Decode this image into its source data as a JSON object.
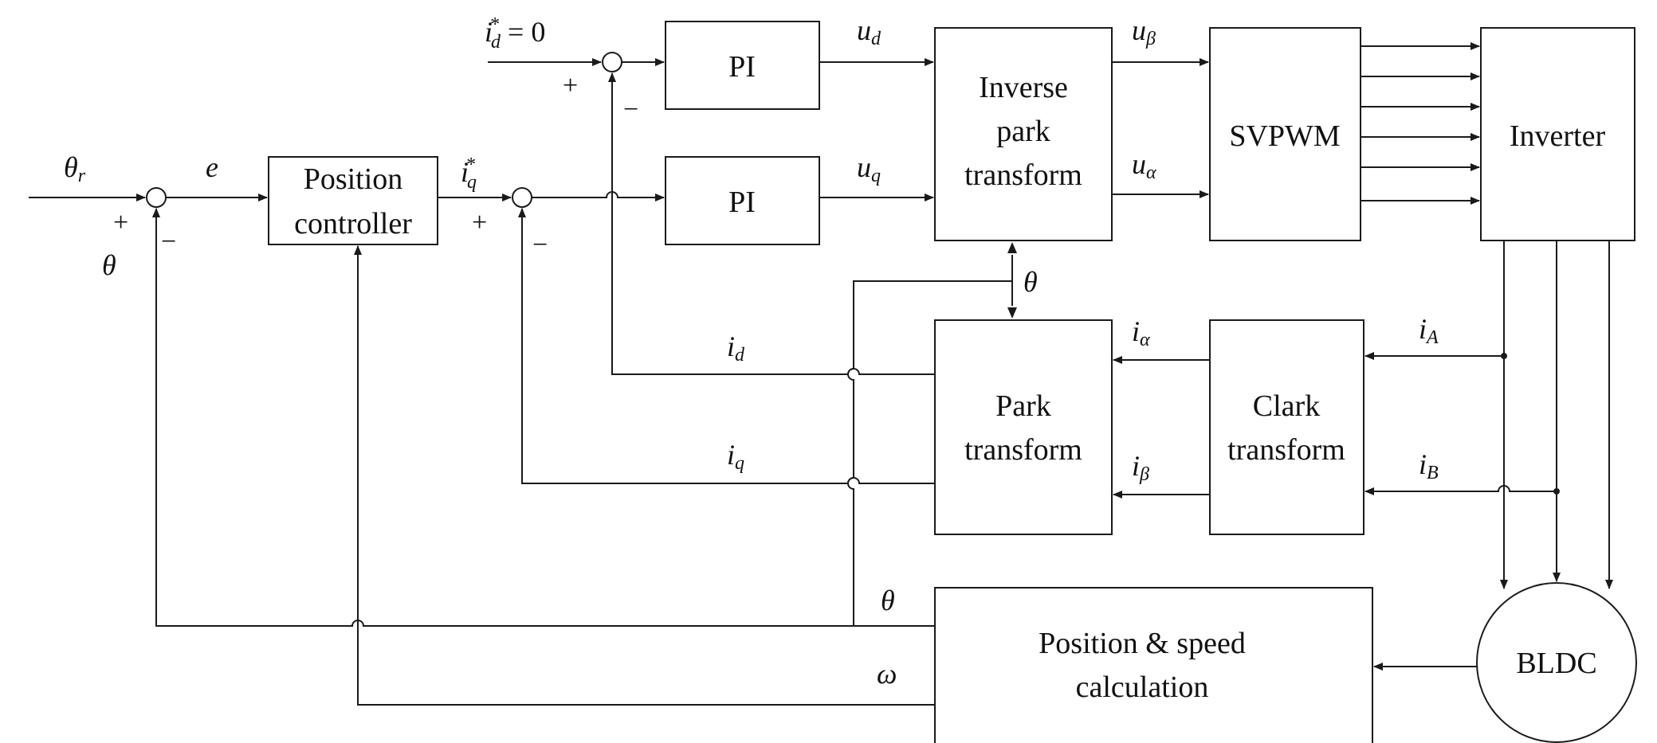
{
  "blocks": {
    "pi_d": "PI",
    "pi_q": "PI",
    "position_controller": [
      "Position",
      "controller"
    ],
    "inverse_park": [
      "Inverse",
      "park",
      "transform"
    ],
    "svpwm": "SVPWM",
    "inverter": "Inverter",
    "park": [
      "Park",
      "transform"
    ],
    "clark": [
      "Clark",
      "transform"
    ],
    "position_speed": [
      "Position & speed",
      "calculation"
    ],
    "bldc": "BLDC"
  },
  "signals": {
    "theta_r": {
      "main": "θ",
      "sub": "r"
    },
    "e": "e",
    "theta_fb": "θ",
    "id_ref": {
      "main": "i",
      "sup": "*",
      "sub": "d",
      "suffix": " = 0"
    },
    "iq_ref": {
      "main": "i",
      "sup": "*",
      "sub": "q"
    },
    "ud": {
      "main": "u",
      "sub": "d"
    },
    "uq": {
      "main": "u",
      "sub": "q"
    },
    "u_beta": {
      "main": "u",
      "sub": "β"
    },
    "u_alpha": {
      "main": "u",
      "sub": "α"
    },
    "theta_park": "θ",
    "id_fb": {
      "main": "i",
      "sub": "d"
    },
    "iq_fb": {
      "main": "i",
      "sub": "q"
    },
    "i_alpha": {
      "main": "i",
      "sub": "α"
    },
    "i_beta": {
      "main": "i",
      "sub": "β"
    },
    "iA": {
      "main": "i",
      "sub": "A"
    },
    "iB": {
      "main": "i",
      "sub": "B"
    },
    "theta_out": "θ",
    "omega": "ω"
  },
  "signs": {
    "plus": "+",
    "minus": "−"
  }
}
